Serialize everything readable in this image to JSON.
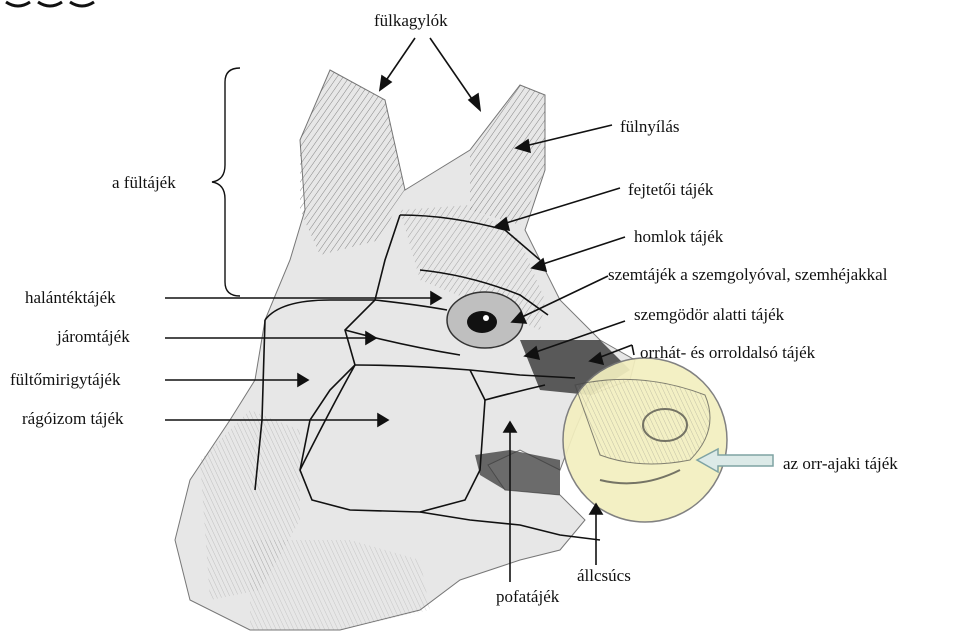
{
  "labels": {
    "fulkagylok": "fülkagylók",
    "fulnyilas": "fülnyílás",
    "fultajek": "a fültájék",
    "fejtetoi": "fejtetői tájék",
    "homlok": "homlok tájék",
    "szemtajek": "szemtájék a szemgolyóval, szemhéjakkal",
    "halantek": "halántéktájék",
    "szemgodor": "szemgödör alatti tájék",
    "jarom": "járomtájék",
    "orrhat": "orrhát- és orroldalsó tájék",
    "fultomirigy": "fültőmirigytájék",
    "ragoizom": "rágóizom tájék",
    "orrajaki": "az orr-ajaki tájék",
    "allcsucs": "állcsúcs",
    "pofatajek": "pofatájék"
  },
  "colors": {
    "highlight_circle": "#f3efbf",
    "arrow_fill": "#dceae8",
    "arrow_stroke": "#7fa3a3",
    "line": "#111111"
  }
}
